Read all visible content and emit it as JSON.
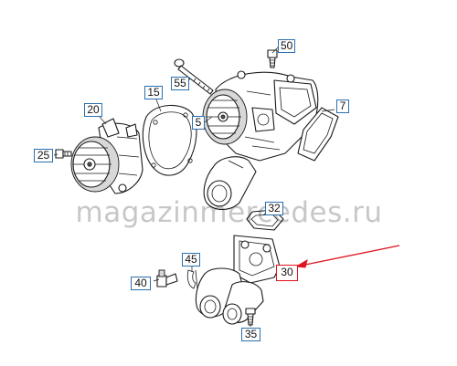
{
  "diagram": {
    "watermark": "magazinmercedes.ru",
    "highlight_color": "#e0141e",
    "callout_border_color": "#2a6fb0",
    "callouts": {
      "c50": "50",
      "c55": "55",
      "c15": "15",
      "c20": "20",
      "c5": "5",
      "c7": "7",
      "c25": "25",
      "c32": "32",
      "c45": "45",
      "c30": "30",
      "c40": "40",
      "c35": "35"
    }
  }
}
